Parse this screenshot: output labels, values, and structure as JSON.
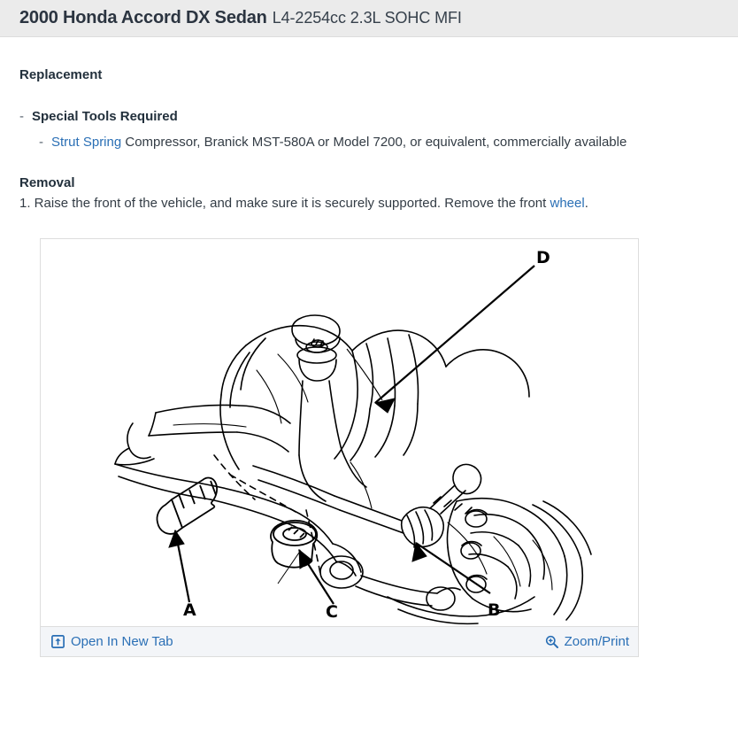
{
  "header": {
    "vehicle_title": "2000 Honda Accord DX Sedan",
    "engine_spec": "L4-2254cc 2.3L SOHC MFI"
  },
  "article": {
    "section_title": "Replacement",
    "special_tools": {
      "heading": "Special Tools Required",
      "bullet_marker": "-",
      "item": {
        "link_text": "Strut Spring",
        "rest_text": " Compressor, Branick MST-580A or Model 7200, or equivalent, commercially available"
      }
    },
    "removal": {
      "heading": "Removal",
      "steps": [
        {
          "number": "1.",
          "text_before": " Raise the front of the vehicle, and make sure it is securely supported. Remove the front ",
          "link_text": "wheel",
          "text_after": "."
        }
      ]
    }
  },
  "figure": {
    "callouts": [
      {
        "label": "A"
      },
      {
        "label": "B"
      },
      {
        "label": "C"
      },
      {
        "label": "D"
      }
    ],
    "footer": {
      "open_new_tab_label": "Open In New Tab",
      "open_new_tab_icon": "external-link-icon",
      "zoom_print_label": "Zoom/Print",
      "zoom_print_icon": "magnifier-plus-icon"
    }
  },
  "colors": {
    "header_bg": "#ebebeb",
    "title_text": "#2b3440",
    "link_blue": "#2a6fb5",
    "figure_border": "#dddddd",
    "footer_bg": "#f3f5f8",
    "line_art": "#000000"
  }
}
